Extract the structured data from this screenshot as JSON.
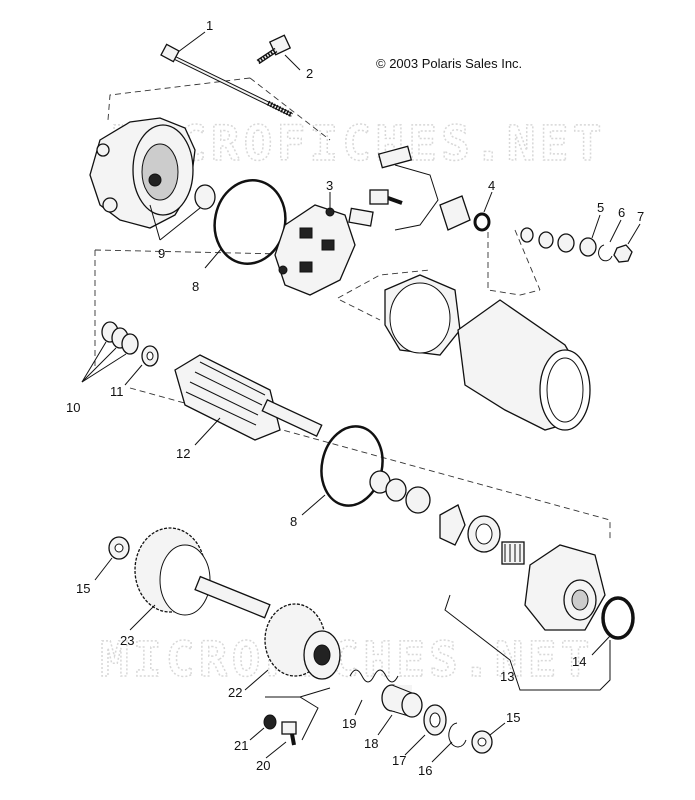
{
  "copyright": "© 2003 Polaris Sales Inc.",
  "watermark": "MICROFICHES.NET",
  "callouts": [
    {
      "id": "c1",
      "label": "1"
    },
    {
      "id": "c2",
      "label": "2"
    },
    {
      "id": "c3",
      "label": "3"
    },
    {
      "id": "c4",
      "label": "4"
    },
    {
      "id": "c5",
      "label": "5"
    },
    {
      "id": "c6",
      "label": "6"
    },
    {
      "id": "c7",
      "label": "7"
    },
    {
      "id": "c8a",
      "label": "8"
    },
    {
      "id": "c8b",
      "label": "8"
    },
    {
      "id": "c9",
      "label": "9"
    },
    {
      "id": "c10",
      "label": "10"
    },
    {
      "id": "c11",
      "label": "11"
    },
    {
      "id": "c12",
      "label": "12"
    },
    {
      "id": "c13",
      "label": "13"
    },
    {
      "id": "c14",
      "label": "14"
    },
    {
      "id": "c15a",
      "label": "15"
    },
    {
      "id": "c15b",
      "label": "15"
    },
    {
      "id": "c16",
      "label": "16"
    },
    {
      "id": "c17",
      "label": "17"
    },
    {
      "id": "c18",
      "label": "18"
    },
    {
      "id": "c19",
      "label": "19"
    },
    {
      "id": "c20",
      "label": "20"
    },
    {
      "id": "c21",
      "label": "21"
    },
    {
      "id": "c22",
      "label": "22"
    },
    {
      "id": "c23",
      "label": "23"
    }
  ]
}
